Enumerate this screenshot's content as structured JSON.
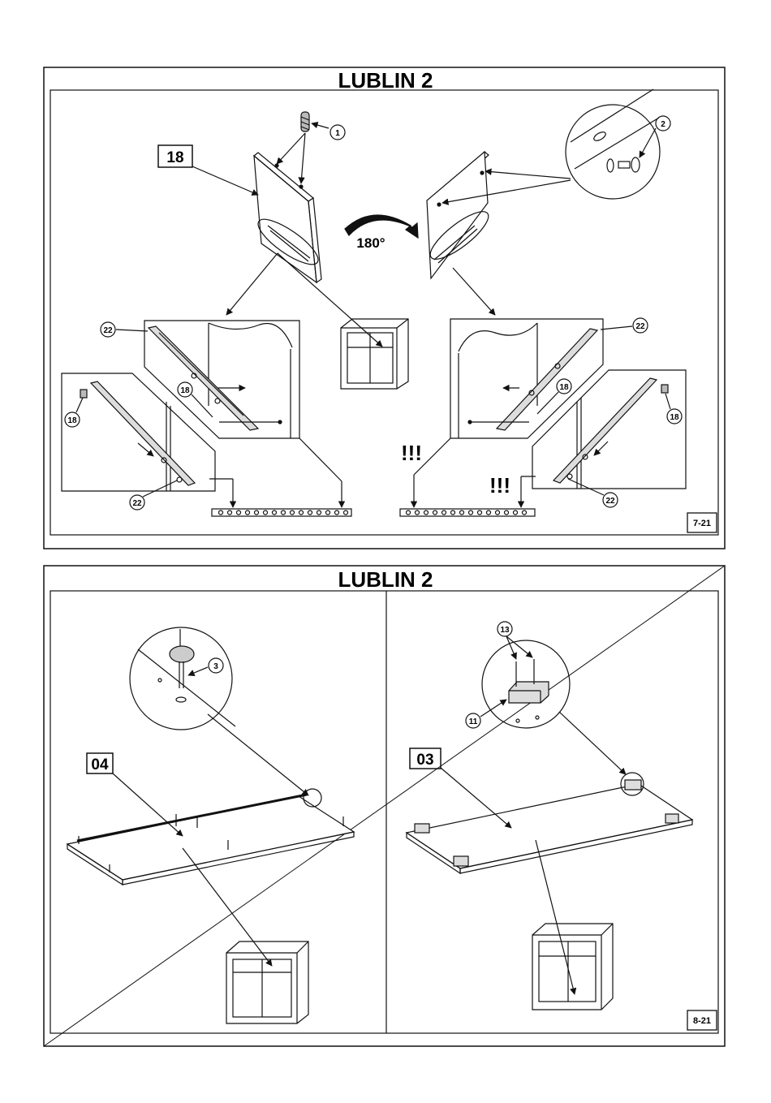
{
  "sheet_top": {
    "title": "LUBLIN 2",
    "part_label": "18",
    "rotation_label": "180°",
    "warning_left": "!!!",
    "warning_right": "!!!",
    "page_number": "7-21",
    "callouts": {
      "dowel": "1",
      "screw": "2",
      "rail_a": "22",
      "rail_b": "18",
      "rail_c": "18",
      "rail_d": "22",
      "rail_e": "22",
      "rail_f": "18",
      "rail_g": "18",
      "rail_h": "22"
    }
  },
  "sheet_bottom": {
    "title": "LUBLIN 2",
    "left_part_label": "04",
    "right_part_label": "03",
    "page_number": "8-21",
    "callouts": {
      "cam_screw": "3",
      "screws": "13",
      "foot_pad": "11"
    }
  }
}
